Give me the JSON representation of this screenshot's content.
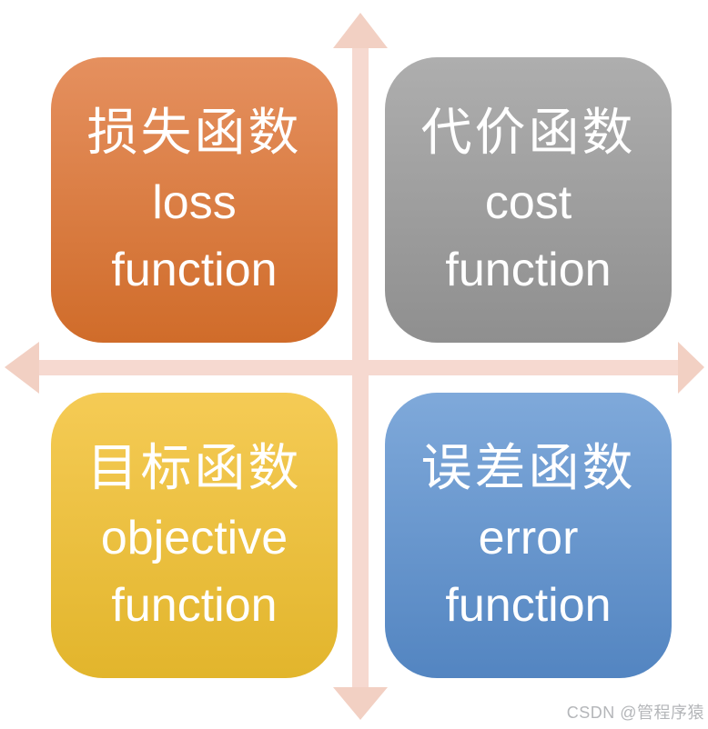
{
  "diagram_title": "loss-cost-objective-error function quadrant diagram",
  "quadrants": [
    {
      "title_zh": "损失函数",
      "en_line1": "loss",
      "en_line2": "function",
      "color_top": "#e5905f",
      "color_bottom": "#d06c2a"
    },
    {
      "title_zh": "代价函数",
      "en_line1": "cost",
      "en_line2": "function",
      "color_top": "#aeaeae",
      "color_bottom": "#8f8f8f"
    },
    {
      "title_zh": "目标函数",
      "en_line1": "objective",
      "en_line2": "function",
      "color_top": "#f5cb55",
      "color_bottom": "#e2b52c"
    },
    {
      "title_zh": "误差函数",
      "en_line1": "error",
      "en_line2": "function",
      "color_top": "#7fa9da",
      "color_bottom": "#5385c1"
    }
  ],
  "axes": {
    "shaft_color": "#f6d9d0",
    "head_color": "#f2d0c3"
  },
  "text_color": "#ffffff",
  "watermark": {
    "text": "CSDN @管程序猿",
    "color": "#b4b6b9"
  }
}
